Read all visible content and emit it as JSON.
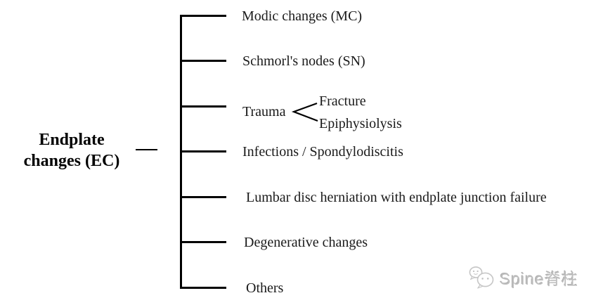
{
  "diagram": {
    "root": {
      "label_line1": "Endplate",
      "label_line2": "changes (EC)"
    },
    "branches": [
      {
        "label": "Modic changes (MC)"
      },
      {
        "label": "Schmorl's nodes (SN)"
      },
      {
        "label": "Trauma",
        "children": [
          {
            "label": "Fracture"
          },
          {
            "label": "Epiphysiolysis"
          }
        ]
      },
      {
        "label": "Infections / Spondylodiscitis"
      },
      {
        "label": "Lumbar disc herniation with endplate junction failure"
      },
      {
        "label": "Degenerative changes"
      },
      {
        "label": "Others"
      }
    ]
  },
  "watermark": {
    "label": "Spine脊柱",
    "icon": "wechat-logo-icon"
  },
  "colors": {
    "background": "#ffffff",
    "line": "#000000",
    "text": "#1a1a1a",
    "watermark_text": "#bdbdbd",
    "watermark_icon_stroke": "#c6c6c6"
  }
}
